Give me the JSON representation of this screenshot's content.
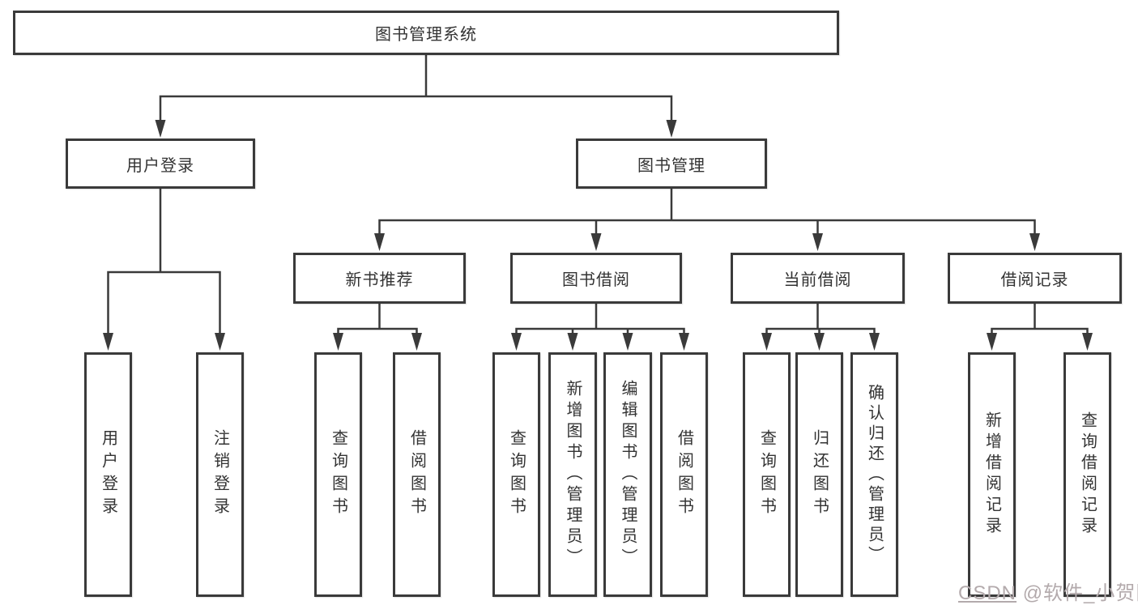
{
  "diagram": {
    "title": "图书管理系统",
    "tree": {
      "root": {
        "label": "图书管理系统",
        "children": [
          {
            "label": "用户登录",
            "children": [
              {
                "label": "用户登录"
              },
              {
                "label": "注销登录"
              }
            ]
          },
          {
            "label": "图书管理",
            "children": [
              {
                "label": "新书推荐",
                "children": [
                  {
                    "label": "查询图书"
                  },
                  {
                    "label": "借阅图书"
                  }
                ]
              },
              {
                "label": "图书借阅",
                "children": [
                  {
                    "label": "查询图书"
                  },
                  {
                    "label": "新增图书（管理员）"
                  },
                  {
                    "label": "编辑图书（管理员）"
                  },
                  {
                    "label": "借阅图书"
                  }
                ]
              },
              {
                "label": "当前借阅",
                "children": [
                  {
                    "label": "查询图书"
                  },
                  {
                    "label": "归还图书"
                  },
                  {
                    "label": "确认归还（管理员）"
                  }
                ]
              },
              {
                "label": "借阅记录",
                "children": [
                  {
                    "label": "新增借阅记录"
                  },
                  {
                    "label": "查询借阅记录"
                  }
                ]
              }
            ]
          }
        ]
      }
    },
    "colors": {
      "line": "#3a3a3a",
      "box_border": "#3a3a3a",
      "box_background": "#ffffff",
      "text": "#333333",
      "watermark": "#b3aaac"
    }
  },
  "watermark": {
    "site": "CSDN",
    "author": "@软件_小贺同学"
  }
}
